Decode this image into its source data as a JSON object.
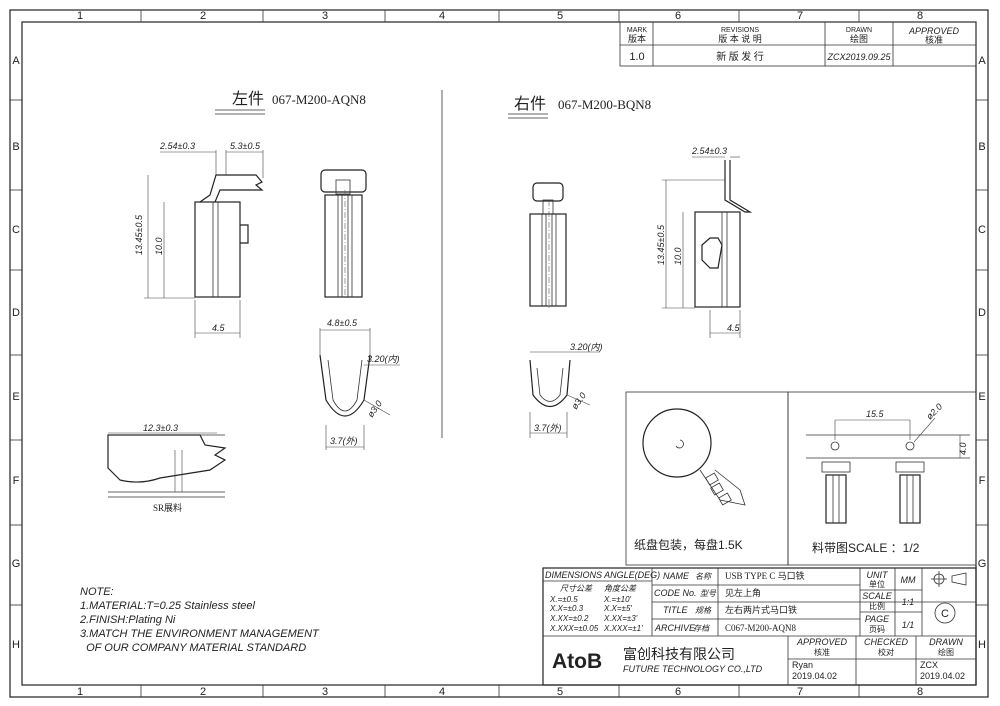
{
  "grid": {
    "cols": [
      "1",
      "2",
      "3",
      "4",
      "5",
      "6",
      "7",
      "8"
    ],
    "rows": [
      "A",
      "B",
      "C",
      "D",
      "E",
      "F",
      "G",
      "H"
    ]
  },
  "revision_table": {
    "mark_en": "MARK",
    "mark_cn": "版本",
    "revisions_en": "REVISIONS",
    "revisions_cn": "版 本 说 明",
    "drawn_en": "DRAWN",
    "drawn_cn": "绘图",
    "approved_en": "APPROVED",
    "approved_cn": "核准",
    "row": {
      "mark": "1.0",
      "desc": "新 版 发 行",
      "drawn": "ZCX2019.09.25",
      "approved": ""
    }
  },
  "left_part": {
    "title_cn": "左件",
    "title_code": "067-M200-AQN8",
    "dims": {
      "top_a": "2.54±0.3",
      "top_b": "5.3±0.5",
      "height": "13.45±0.5",
      "inner": "10.0",
      "width": "4.5",
      "front_top": "4.8±0.5",
      "radius_in": "3.20(内)",
      "dia": "ø3.0",
      "bottom_out": "3.7(外)"
    },
    "strip_dim": "12.3±0.3",
    "strip_label": "SR展料"
  },
  "right_part": {
    "title_cn": "右件",
    "title_code": "067-M200-BQN8",
    "dims": {
      "top_a": "2.54±0.3",
      "height": "13.45±0.5",
      "inner": "10.0",
      "width": "4.5",
      "radius_in": "3.20(内)",
      "dia": "ø3.0",
      "bottom_out": "3.7(外)"
    }
  },
  "reel_box": {
    "caption": "纸盘包装，每盘1.5K",
    "note": "见左上角"
  },
  "strip_box": {
    "pitch": "15.5",
    "hole": "ø2.0",
    "width": "4.0",
    "caption": "料带图SCALE ：1/2"
  },
  "notes": {
    "title": "NOTE:",
    "lines": [
      "1.MATERIAL:T=0.25 Stainless steel",
      "2.FINISH:Plating Ni",
      "3.MATCH THE ENVIRONMENT MANAGEMENT",
      "  OF OUR COMPANY MATERIAL STANDARD"
    ]
  },
  "title_block": {
    "dim_header": "DIMENSIONS ANGLE(DEG)",
    "tol_cn_a": "尺寸公差",
    "tol_cn_b": "角度公差",
    "tols": [
      [
        "X.=±0.5",
        "X.=±10'"
      ],
      [
        "X.X=±0.3",
        "X.X=±5'"
      ],
      [
        "X.XX=±0.2",
        "X.XX=±3'"
      ],
      [
        "X.XXX=±0.05",
        "X.XXX=±1'"
      ]
    ],
    "name_label": "NAME",
    "name_cn": "名称",
    "name_value": "USB TYPE C 马口铁",
    "code_label": "CODE No.",
    "code_cn": "型号",
    "code_value": "见左上角",
    "title_label": "TITLE",
    "title_cn": "规格",
    "title_value": "左右两片式马口铁",
    "archive_label": "ARCHIVE",
    "archive_cn": "存档",
    "archive_value": "C067-M200-AQN8",
    "unit_label": "UNIT",
    "unit_cn": "单位",
    "unit_value": "MM",
    "scale_label": "SCALE",
    "scale_cn": "比例",
    "scale_value": "1:1",
    "page_label": "PAGE",
    "page_cn": "页码",
    "page_value": "1/1",
    "company_logo": "AtoB",
    "company_cn": "富创科技有限公司",
    "company_en": "FUTURE TECHNOLOGY CO.,LTD",
    "approved_label": "APPROVED",
    "approved_cn": "核准",
    "approved_name": "Ryan",
    "approved_date": "2019.04.02",
    "checked_label": "CHECKED",
    "checked_cn": "校对",
    "drawn_label": "DRAWN",
    "drawn_cn": "绘图",
    "drawn_name": "ZCX",
    "drawn_date": "2019.04.02"
  }
}
